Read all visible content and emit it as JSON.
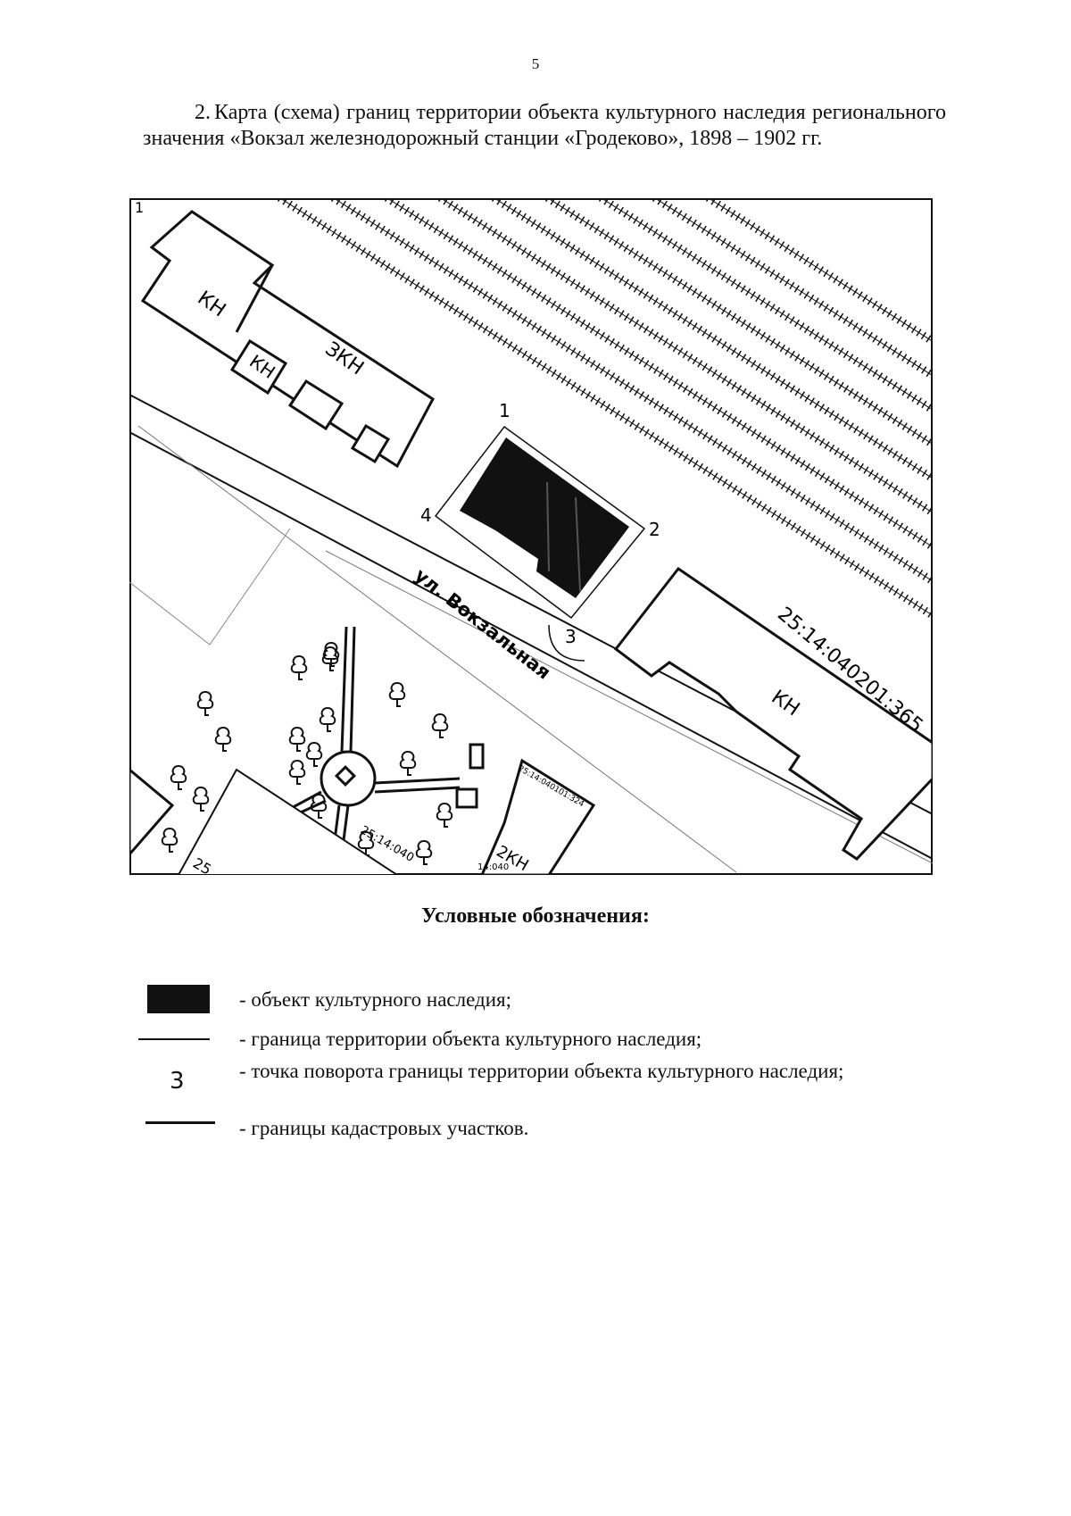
{
  "page_number": "5",
  "paragraph": {
    "number": "2.",
    "text": "Карта (схема) границ территории объекта культурного наследия регионального значения «Вокзал железнодорожный станции «Гродеково», 1898 – 1902 гг."
  },
  "map": {
    "corner_label": "1",
    "building_labels": [
      "КН",
      "ЗКН",
      "КН",
      "КН",
      "2КН"
    ],
    "street_label": "ул. Вокзальная",
    "cadastral_label": "25:14:040201:365",
    "partial_cadastral_labels": [
      "25:14:040",
      "25",
      "14:040",
      "25:14:040101:324"
    ],
    "turning_points": [
      "1",
      "2",
      "3",
      "4"
    ],
    "object_color": "#111111"
  },
  "legend": {
    "title": "Условные обозначения:",
    "items": [
      {
        "symbol": "black-rectangle",
        "text": "- объект культурного наследия;"
      },
      {
        "symbol": "thin-line",
        "text": "- граница территории объекта культурного наследия;"
      },
      {
        "symbol": "digit",
        "symbol_text": "3",
        "text": "- точка поворота границы территории объекта культурного наследия;"
      },
      {
        "symbol": "thick-line",
        "text": "- границы кадастровых участков."
      }
    ]
  }
}
